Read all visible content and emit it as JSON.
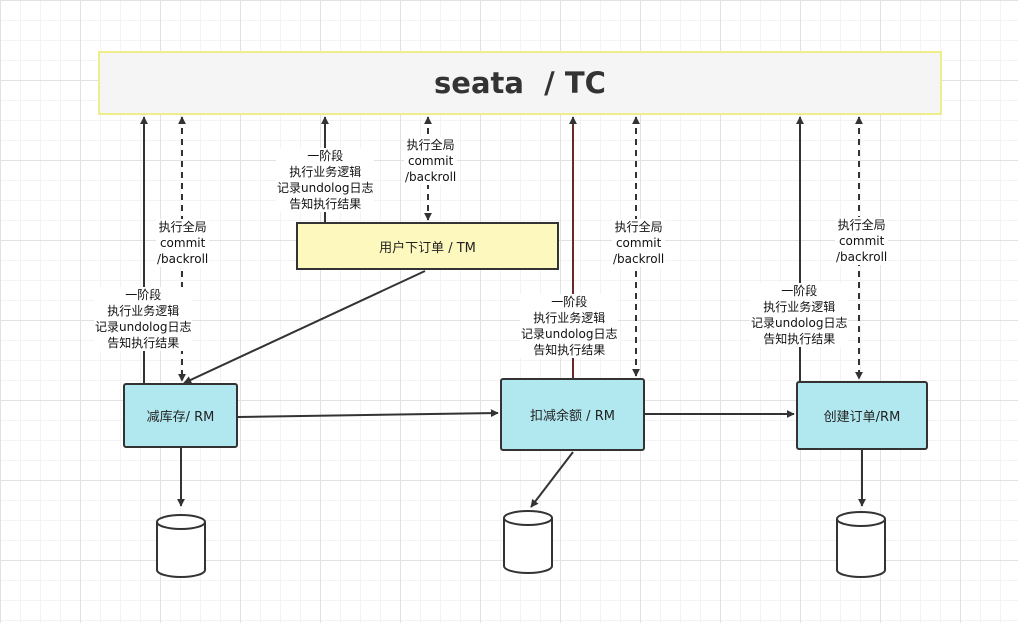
{
  "tc": {
    "title": "seata  / TC"
  },
  "tm": {
    "label": "用户下订单 / TM"
  },
  "rms": [
    {
      "label": "减库存/ RM"
    },
    {
      "label": "扣减余额 / RM"
    },
    {
      "label": "创建订单/RM"
    }
  ],
  "phase1_label": [
    "一阶段",
    "执行业务逻辑",
    "记录undolog日志",
    "告知执行结果"
  ],
  "phase2_label": [
    "执行全局",
    "commit",
    "/backroll"
  ]
}
